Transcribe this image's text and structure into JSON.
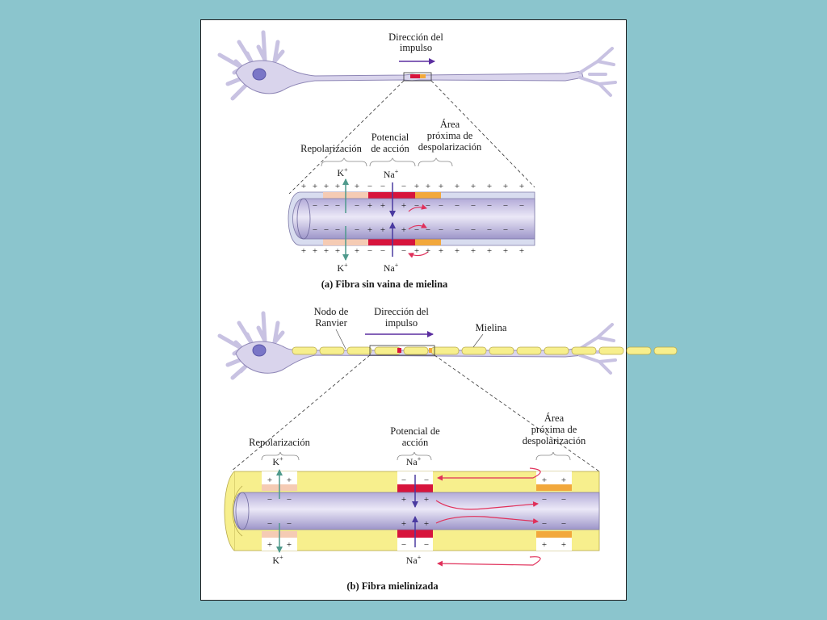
{
  "colors": {
    "background": "#8bc5cd",
    "card": "#ffffff",
    "neuron": "#d9d4ec",
    "neuron_stroke": "#8e86b6",
    "nucleus": "#7a76c7",
    "axon_fill": "#c4bfe0",
    "myelin": "#f7ef8d",
    "myelin_stroke": "#b6a94a",
    "action_potential": "#d7143c",
    "depolarization": "#f2a83c",
    "repolarization": "#f5cbb4",
    "arrow_impulse": "#5b2ea0",
    "arrow_current": "#e0305a",
    "arrow_potassium": "#4f9a8c",
    "arrow_sodium": "#4a3aa0"
  },
  "panel_a": {
    "direction_label_1": "Dirección del",
    "direction_label_2": "impulso",
    "repolarization": "Repolarización",
    "action_potential_1": "Potencial",
    "action_potential_2": "de acción",
    "nearby_area_1": "Área",
    "nearby_area_2": "próxima de",
    "nearby_area_3": "despolarización",
    "potassium": "K",
    "sodium": "Na",
    "ion_charge": "+",
    "plus": "+",
    "minus": "−",
    "caption": "(a) Fibra sin vaina de mielina"
  },
  "panel_b": {
    "node_label_1": "Nodo de",
    "node_label_2": "Ranvier",
    "direction_label_1": "Dirección del",
    "direction_label_2": "impulso",
    "myelin_label": "Mielina",
    "repolarization": "Repolarización",
    "action_potential_1": "Potencial de",
    "action_potential_2": "acción",
    "nearby_area_1": "Área",
    "nearby_area_2": "próxima de",
    "nearby_area_3": "despolarización",
    "potassium": "K",
    "sodium": "Na",
    "ion_charge": "+",
    "plus": "+",
    "minus": "−",
    "caption": "(b) Fibra mielinizada"
  }
}
